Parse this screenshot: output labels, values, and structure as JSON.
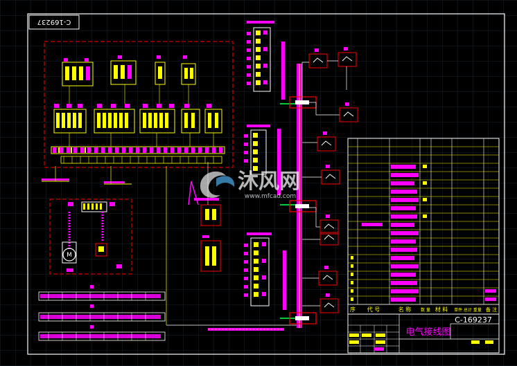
{
  "drawing": {
    "drawing_number": "C-169237",
    "title_block_number": "C-169237",
    "title_cn": "电气接线图",
    "table_header": [
      "序",
      "代 号",
      "名 称",
      "数 量",
      "材 料",
      "单件 总计 重量",
      "备 注"
    ],
    "watermark": {
      "brand_cn": "沐风网",
      "url": "www.mfcad.com"
    }
  },
  "colors": {
    "background": "#000000",
    "grid": "#1a2430",
    "border": "#ffffff",
    "wire": "#ffff00",
    "component": "#ff00ff",
    "frame": "#ff0000",
    "bus": "#ff00ff",
    "green": "#00cc33",
    "accent_blue": "#00aaff"
  }
}
